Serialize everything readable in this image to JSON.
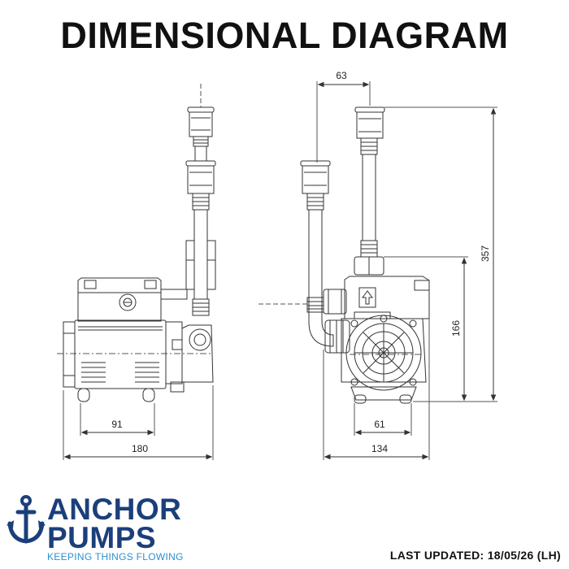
{
  "title": "DIMENSIONAL DIAGRAM",
  "dimensions": {
    "front_motor_width": "91",
    "front_total_width": "180",
    "side_top_offset": "63",
    "side_total_height": "357",
    "side_outlet_height": "166",
    "side_feet_width": "61",
    "side_total_width": "134"
  },
  "brand": {
    "line1": "ANCHOR",
    "line2": "PUMPS",
    "tagline": "KEEPING THINGS FLOWING",
    "color_primary": "#1b3f7a",
    "color_accent": "#2d8fd0"
  },
  "footer": {
    "last_updated": "LAST UPDATED: 18/05/26 (LH)"
  }
}
